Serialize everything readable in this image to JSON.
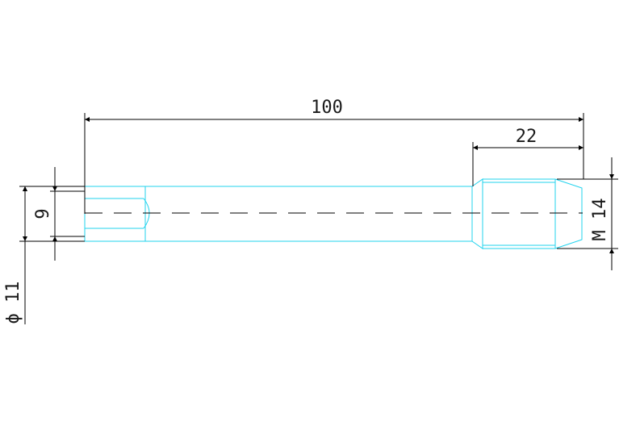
{
  "drawing": {
    "dimensions": {
      "overall_length": "100",
      "thread_length": "22",
      "inner_diameter": "9",
      "outer_diameter": "ϕ 11",
      "thread": "M 14"
    },
    "colors": {
      "part_outline": "#22d3ee",
      "dimension_lines": "#000000",
      "background": "#ffffff"
    }
  }
}
